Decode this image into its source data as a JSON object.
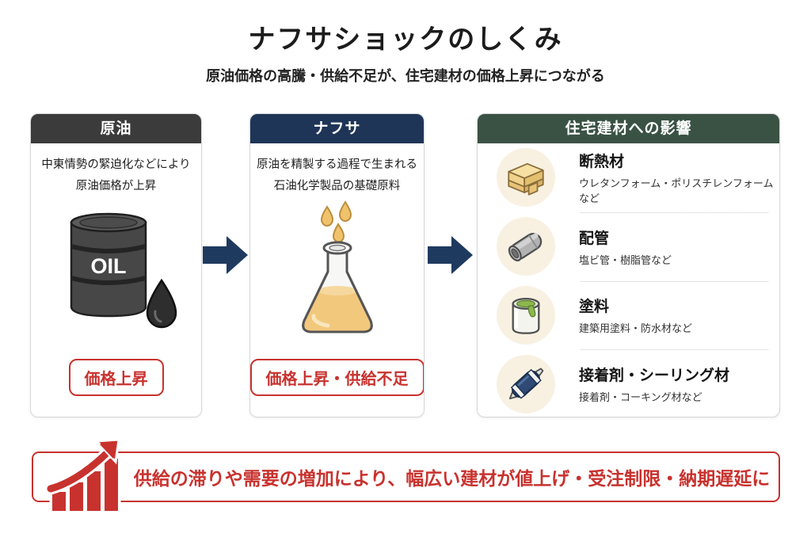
{
  "page": {
    "title": "ナフサショックのしくみ",
    "subtitle": "原油価格の高騰・供給不足が、住宅建材の価格上昇につながる"
  },
  "colors": {
    "oil_header": "#3b3b3b",
    "naphtha_header": "#1f3557",
    "materials_header": "#3a5244",
    "arrow_navy": "#1f3a5f",
    "accent_red": "#c8322e",
    "icon_circle_bg": "#f8f1e2"
  },
  "cards": {
    "oil": {
      "header": "原油",
      "body_line1": "中東情勢の緊迫化などにより",
      "body_line2": "原油価格が上昇",
      "icon": "oil-barrel-icon",
      "barrel_label": "OIL",
      "badge": "価格上昇"
    },
    "naphtha": {
      "header": "ナフサ",
      "body_line1": "原油を精製する過程で生まれる",
      "body_line2": "石油化学製品の基礎原料",
      "icon": "flask-icon",
      "badge": "価格上昇・供給不足"
    },
    "materials": {
      "header": "住宅建材への影響",
      "items": [
        {
          "title": "断熱材",
          "desc": "ウレタンフォーム・ポリスチレンフォームなど",
          "icon": "insulation-icon"
        },
        {
          "title": "配管",
          "desc": "塩ビ管・樹脂管など",
          "icon": "pipe-icon"
        },
        {
          "title": "塗料",
          "desc": "建築用塗料・防水材など",
          "icon": "paint-can-icon"
        },
        {
          "title": "接着剤・シーリング材",
          "desc": "接着剤・コーキング材など",
          "icon": "caulk-tube-icon"
        }
      ]
    }
  },
  "banner": {
    "text": "供給の滞りや需要の増加により、幅広い建材が値上げ・受注制限・納期遅延に",
    "icon": "rising-bar-chart-icon"
  }
}
